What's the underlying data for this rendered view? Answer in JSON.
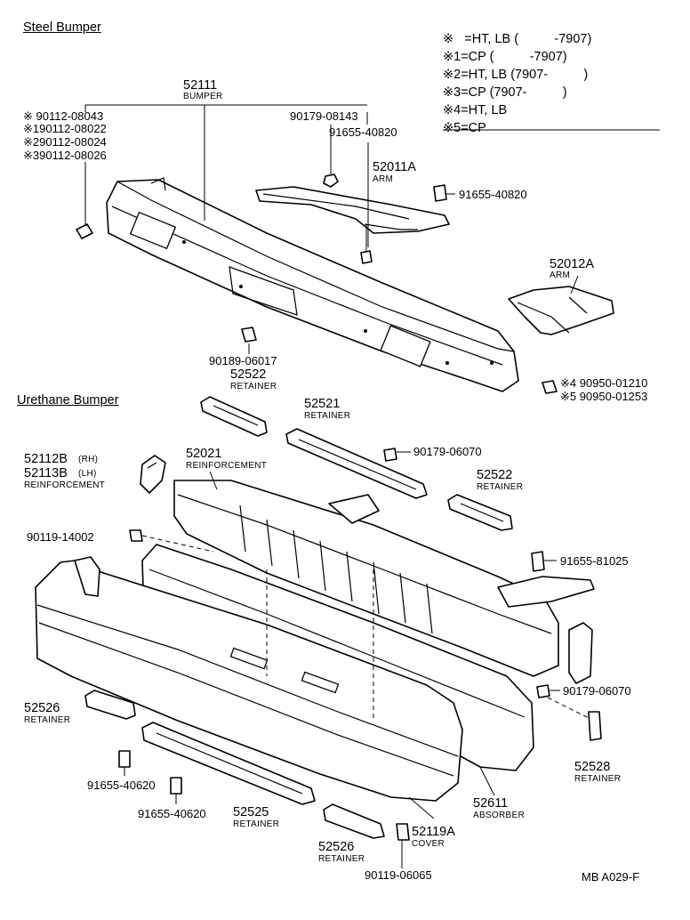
{
  "sections": {
    "steel": "Steel Bumper",
    "urethane": "Urethane Bumper"
  },
  "legend": [
    "※   =HT, LB (          -7907)",
    "※1=CP (          -7907)",
    "※2=HT, LB (7907-          )",
    "※3=CP (7907-          )",
    "※4=HT, LB",
    "※5=CP"
  ],
  "parts": {
    "p52111": {
      "num": "52111",
      "name": "BUMPER"
    },
    "bolt_list": [
      "※  90112-08043",
      "※190112-08022",
      "※290112-08024",
      "※390112-08026"
    ],
    "p90179_08143": "90179-08143",
    "p91655_40820_a": "91655-40820",
    "p52011A": {
      "num": "52011A",
      "name": "ARM"
    },
    "p91655_40820_b": "91655-40820",
    "p52012A": {
      "num": "52012A",
      "name": "ARM"
    },
    "p90189": "90189-06017",
    "p52522_a": {
      "num": "52522",
      "name": "RETAINER"
    },
    "p90950": [
      "※4 90950-01210",
      "※5 90950-01253"
    ],
    "p52521": {
      "num": "52521",
      "name": "RETAINER"
    },
    "p90179_06070_a": "90179-06070",
    "p52112B": {
      "num": "52112B",
      "suffix": "(RH)"
    },
    "p52113B": {
      "num": "52113B",
      "suffix": "(LH)",
      "name": "REINFORCEMENT"
    },
    "p52021": {
      "num": "52021",
      "name": "REINFORCEMENT"
    },
    "p52522_b": {
      "num": "52522",
      "name": "RETAINER"
    },
    "p90119_14002": "90119-14002",
    "p91655_81025": "91655-81025",
    "p90179_06070_b": "90179-06070",
    "p52526_a": {
      "num": "52526",
      "name": "RETAINER"
    },
    "p52528": {
      "num": "52528",
      "name": "RETAINER"
    },
    "p91655_40620_a": "91655-40620",
    "p91655_40620_b": "91655-40620",
    "p52525": {
      "num": "52525",
      "name": "RETAINER"
    },
    "p52611": {
      "num": "52611",
      "name": "ABSORBER"
    },
    "p52526_b": {
      "num": "52526",
      "name": "RETAINER"
    },
    "p52119A": {
      "num": "52119A",
      "name": "COVER"
    },
    "p90119_06065": "90119-06065"
  },
  "figure_code": "MB A029-F"
}
